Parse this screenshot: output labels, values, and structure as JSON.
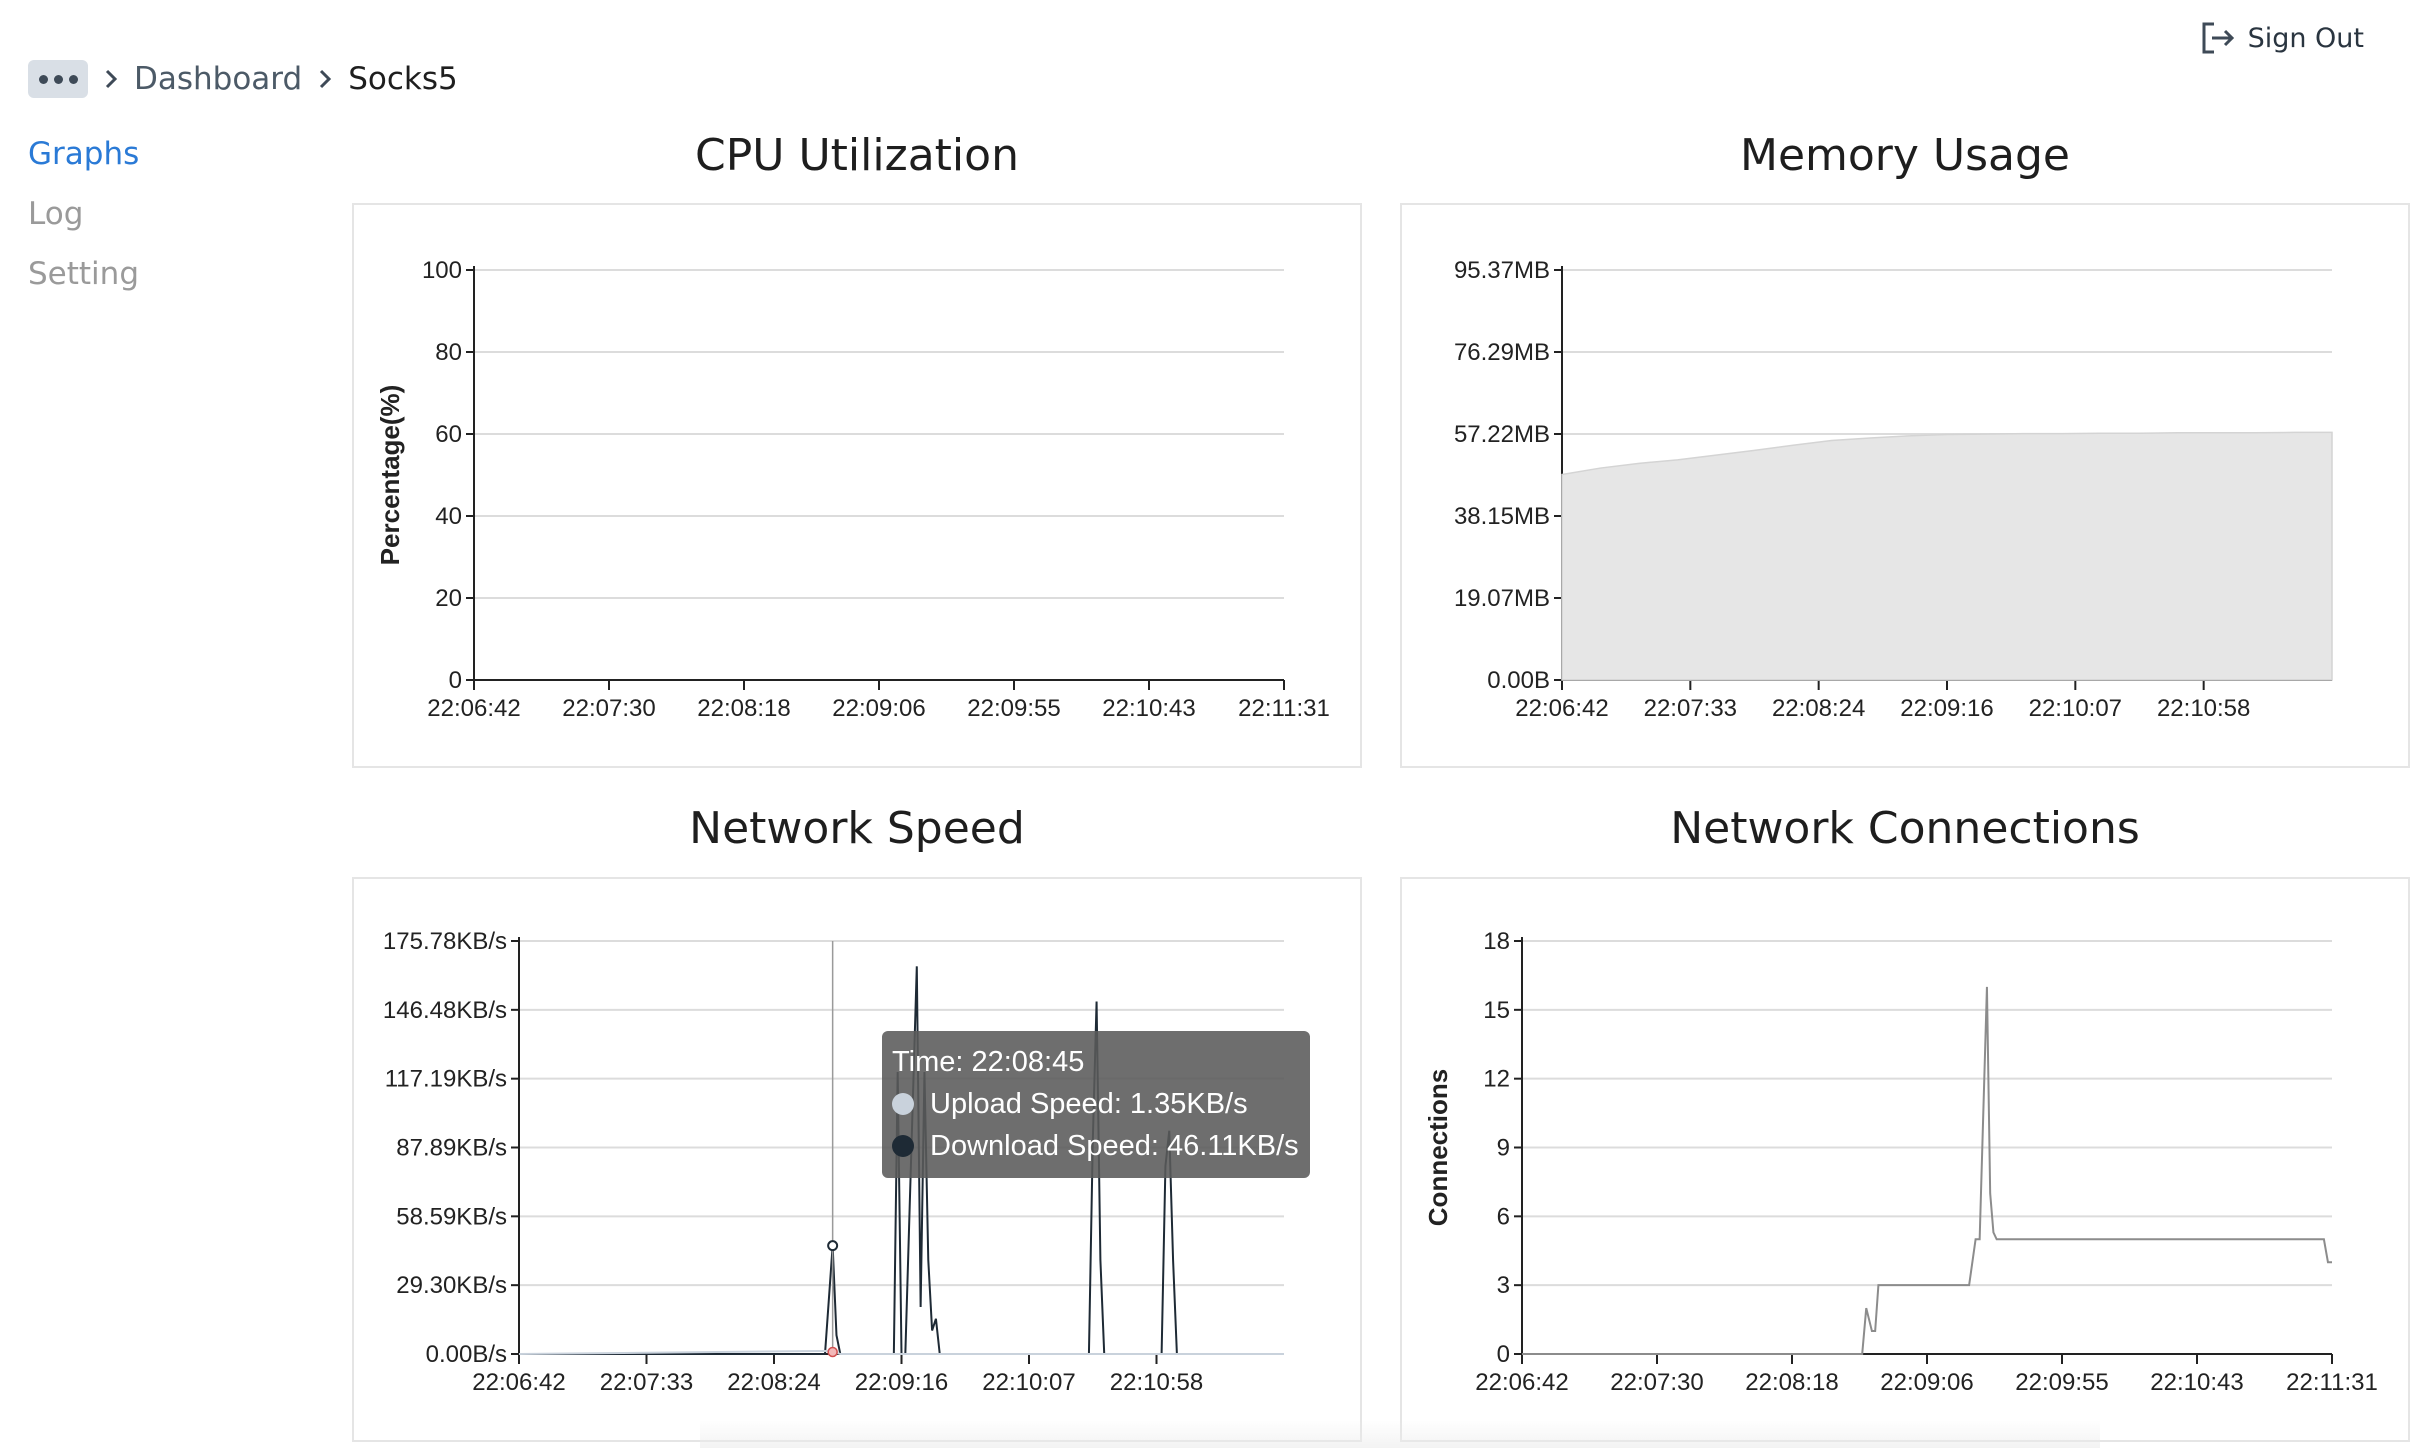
{
  "header": {
    "sign_out_label": "Sign Out",
    "breadcrumb": [
      "Dashboard",
      "Socks5"
    ]
  },
  "sidebar": {
    "items": [
      {
        "label": "Graphs",
        "active": true
      },
      {
        "label": "Log",
        "active": false
      },
      {
        "label": "Setting",
        "active": false
      }
    ]
  },
  "colors": {
    "accent": "#2a7ad6",
    "upload": "#c9d2dc",
    "download": "#1e2a35",
    "memory_fill": "#e6e6e6",
    "connections_line": "#8c8c8c"
  },
  "panels": {
    "cpu": {
      "title": "CPU Utilization"
    },
    "memory": {
      "title": "Memory Usage"
    },
    "network": {
      "title": "Network Speed"
    },
    "connections": {
      "title": "Network Connections"
    }
  },
  "tooltip": {
    "time": "Time: 22:08:45",
    "upload": "Upload Speed: 1.35KB/s",
    "download": "Download Speed: 46.11KB/s"
  },
  "chart_data": [
    {
      "id": "cpu",
      "type": "line",
      "title": "CPU Utilization",
      "ylabel": "Percentage(%)",
      "xlabel": "",
      "ylim": [
        0,
        100
      ],
      "yticks": [
        "0",
        "20",
        "40",
        "60",
        "80",
        "100"
      ],
      "xticks": [
        "22:06:42",
        "22:07:30",
        "22:08:18",
        "22:09:06",
        "22:09:55",
        "22:10:43",
        "22:11:31"
      ],
      "grid": true,
      "series": [
        {
          "values": []
        }
      ]
    },
    {
      "id": "memory",
      "type": "area",
      "title": "Memory Usage",
      "ylabel": "",
      "xlabel": "",
      "ylim": [
        0,
        100
      ],
      "yticks": [
        "0.00B",
        "19.07MB",
        "38.15MB",
        "57.22MB",
        "76.29MB",
        "95.37MB"
      ],
      "xticks": [
        "22:06:42",
        "22:07:33",
        "22:08:24",
        "22:09:16",
        "22:10:07",
        "22:10:58"
      ],
      "grid": true,
      "x": [
        0,
        0.05,
        0.1,
        0.15,
        0.2,
        0.25,
        0.3,
        0.35,
        0.4,
        0.45,
        0.5,
        0.55,
        0.6,
        0.65,
        0.7,
        0.75,
        0.8,
        0.85,
        0.9,
        0.95,
        1.0
      ],
      "values": [
        47.8,
        49.3,
        50.4,
        51.2,
        52.3,
        53.4,
        54.6,
        55.7,
        56.3,
        56.8,
        57.1,
        57.2,
        57.3,
        57.3,
        57.4,
        57.4,
        57.5,
        57.5,
        57.5,
        57.6,
        57.6
      ],
      "value_unit": "MB"
    },
    {
      "id": "network",
      "type": "line",
      "title": "Network Speed",
      "ylabel": "",
      "xlabel": "",
      "ylim": [
        0,
        175.78
      ],
      "yticks": [
        "0.00B/s",
        "29.30KB/s",
        "58.59KB/s",
        "87.89KB/s",
        "117.19KB/s",
        "146.48KB/s",
        "175.78KB/s"
      ],
      "xticks": [
        "22:06:42",
        "22:07:33",
        "22:08:24",
        "22:09:16",
        "22:10:07",
        "22:10:58"
      ],
      "grid": true,
      "series": [
        {
          "name": "Download Speed",
          "x": [
            0,
            0.4,
            0.41,
            0.415,
            0.42,
            0.49,
            0.495,
            0.5,
            0.505,
            0.52,
            0.525,
            0.53,
            0.535,
            0.54,
            0.545,
            0.55,
            0.555,
            0.745,
            0.75,
            0.755,
            0.76,
            0.765,
            0.84,
            0.845,
            0.85,
            0.855,
            0.86,
            1.0
          ],
          "values": [
            0,
            0,
            46.11,
            8,
            0,
            0,
            120,
            0,
            0,
            165,
            20,
            120,
            40,
            10,
            15,
            0,
            0,
            0,
            90,
            150,
            40,
            0,
            0,
            80,
            95,
            40,
            0,
            0
          ]
        },
        {
          "name": "Upload Speed",
          "x": [
            0,
            0.41,
            0.415,
            0.42,
            1.0
          ],
          "values": [
            0,
            1.35,
            0.5,
            0,
            0
          ]
        }
      ]
    },
    {
      "id": "connections",
      "type": "line",
      "title": "Network Connections",
      "ylabel": "Connections",
      "xlabel": "",
      "ylim": [
        0,
        18
      ],
      "yticks": [
        "0",
        "3",
        "6",
        "9",
        "12",
        "15",
        "18"
      ],
      "xticks": [
        "22:06:42",
        "22:07:30",
        "22:08:18",
        "22:09:06",
        "22:09:55",
        "22:10:43",
        "22:11:31"
      ],
      "grid": true,
      "x": [
        0,
        0.42,
        0.425,
        0.432,
        0.436,
        0.44,
        0.552,
        0.56,
        0.565,
        0.574,
        0.578,
        0.582,
        0.586,
        0.59,
        0.595,
        0.99,
        0.995,
        1.0
      ],
      "values": [
        0,
        0,
        2,
        1,
        1,
        3,
        3,
        5,
        5,
        16,
        7,
        5.3,
        5,
        5,
        5,
        5,
        4,
        4
      ]
    }
  ]
}
